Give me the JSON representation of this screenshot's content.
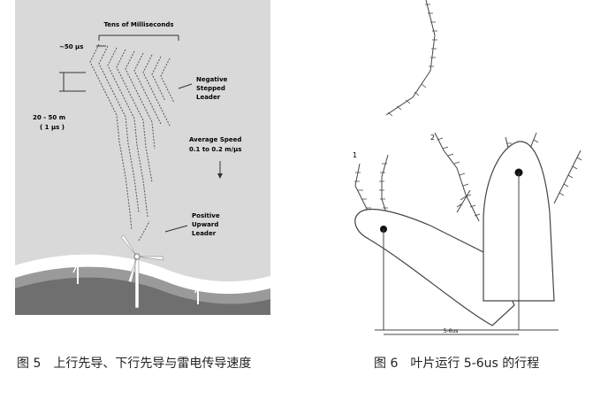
{
  "figure5": {
    "labels": {
      "tens_ms": "Tens of Milliseconds",
      "us50": "~50 µs",
      "negative": [
        "Negative",
        "Stepped",
        "Leader"
      ],
      "step_len": [
        "20 - 50 m",
        "( 1 µs )"
      ],
      "speed": [
        "Average Speed",
        "0.1 to 0.2 m/µs"
      ],
      "positive": [
        "Positive",
        "Upward",
        "Leader"
      ]
    },
    "caption": "图 5　上行先导、下行先导与雷电传导速度"
  },
  "figure6": {
    "labels": {
      "n1": "1",
      "n2": "2",
      "time": "5-6us"
    },
    "caption": "图 6　叶片运行 5-6us 的行程"
  },
  "colors": {
    "background": "#d9d9d9",
    "ground": "#8f8f8f",
    "line": "#444444"
  }
}
